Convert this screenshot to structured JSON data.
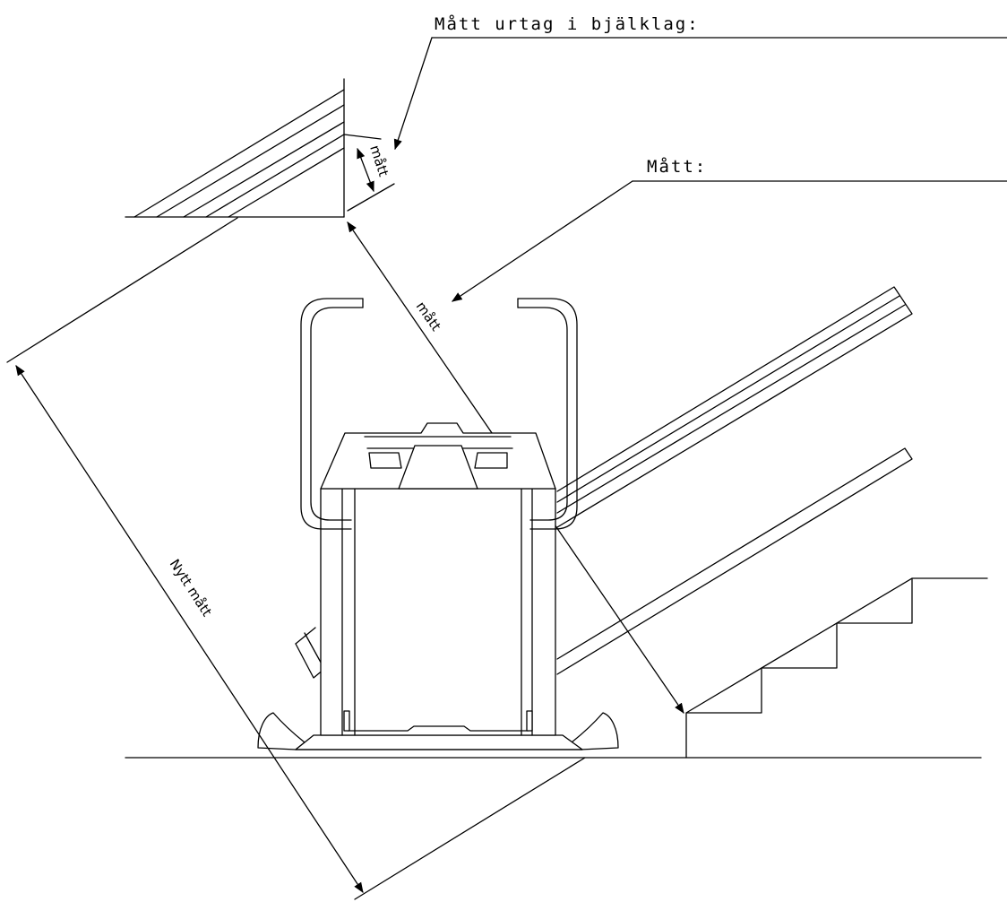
{
  "labels": {
    "leader_top": "Mått urtag i bjälklag:",
    "leader_mid": "Mått:",
    "dim_small": "mått",
    "dim_diag": "mått",
    "dim_new": "Nytt mått"
  }
}
